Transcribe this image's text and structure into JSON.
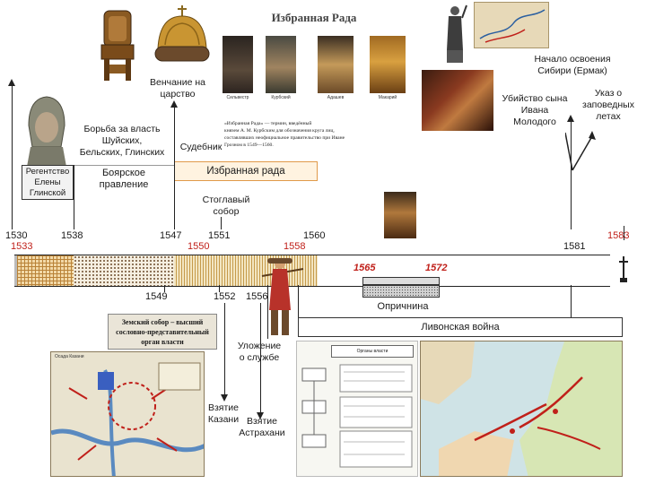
{
  "title": "Избранная Рада",
  "labels": {
    "coronation": "Венчание на\nцарство",
    "power_struggle": "Борьба за власть\nШуйских,\nБельских, Глинских",
    "sudebnik": "Судебник",
    "siberia": "Начало освоения\nСибири (Ермак)",
    "ivan_death": "Убийство сына\nИвана\nМолодого",
    "reserved_years": "Указ о\nзаповедных\nлетах",
    "stoglav": "Стоглавый\nсобор",
    "ulozhenie": "Уложение\nо службе",
    "kazan": "Взятие\nКазани",
    "astrakhan": "Взятие\nАстрахани"
  },
  "boxes": {
    "regency": "Регентство\nЕлены\nГлинской",
    "boyar_rule": "Боярское\nправление",
    "rada": "Избранная рада",
    "oprichnina": "Опричнина",
    "livonian": "Ливонская война"
  },
  "years": {
    "y1530": "1530",
    "y1533": "1533",
    "y1538": "1538",
    "y1547": "1547",
    "y1550": "1550",
    "y1551": "1551",
    "y1558": "1558",
    "y1560": "1560",
    "y1581": "1581",
    "y1583": "1583",
    "y1565": "1565",
    "y1572": "1572",
    "y1549": "1549",
    "y1552": "1552",
    "y1556": "1556"
  },
  "rada_text": {
    "line1": "«Избранная Рада» — термин, введённый",
    "line2": "князем А. М. Курбским для обозначения круга лиц,",
    "line3": "составлявших неофициальное правительство при Иване",
    "line4": "Грозном в 1549—1560."
  },
  "portraits": [
    "Сильвестр",
    "Курбский",
    "Адашев",
    "Макарий"
  ],
  "zemsky": {
    "line1": "Земский собор – высший",
    "line2": "сословно-представительный",
    "line3": "орган власти"
  },
  "kazan_map": {
    "caption": "Осада Казани"
  },
  "diagram_top": "Органы власти",
  "colors": {
    "red": "#c0201a",
    "rada_fill": "#fff3e0",
    "rada_border": "#e09a4a",
    "gold": "#c8a050"
  }
}
